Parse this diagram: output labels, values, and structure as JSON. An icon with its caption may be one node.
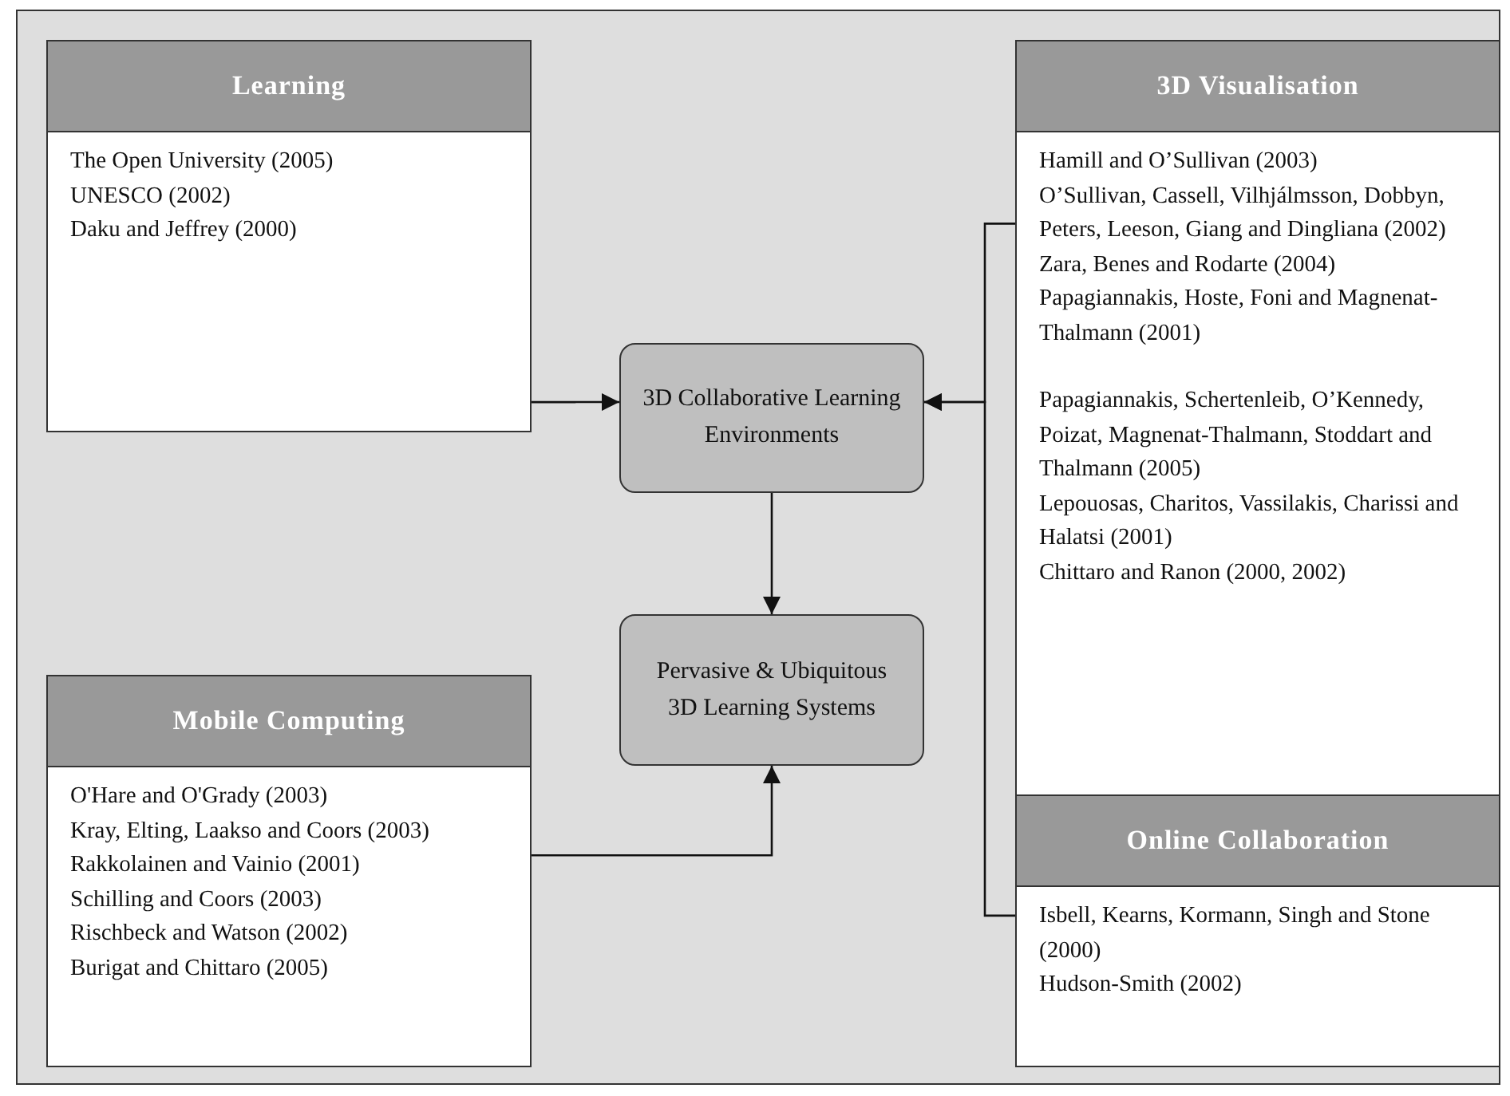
{
  "diagram": {
    "nodes": [
      {
        "text": [
          "Learning",
          "The Open University (2005)",
          "UNESCO (2002)",
          "Daku and Jeffrey (2000)"
        ]
      },
      {
        "text": [
          "3D Collaborative Learning Environments"
        ]
      },
      {
        "text": [
          "Pervasive & Ubiquitous 3D Learning Systems"
        ]
      },
      {
        "text": [
          "Mobile Computing",
          "O'Hare and O'Grady (2003)",
          "Kray, Elting, Laakso and Coors (2003)",
          "Rakkolainen and Vainio (2001)",
          "Schilling and Coors (2003)",
          "Rischbeck and Watson (2002)",
          "Burigat and Chittaro (2005)"
        ]
      },
      {
        "text": [
          "3D Visualisation",
          "Hamill and O’Sullivan (2003)",
          "O’Sullivan, Cassell, Vilhjálmsson, Dobbyn, Peters, Leeson, Giang and Dingliana (2002)",
          "Zara, Benes and Rodarte (2004)",
          "Papagiannakis, Hoste, Foni and Magnenat-Thalmann (2001)",
          "Papagiannakis, Schertenleib, O’Kennedy, Poizat, Magnenat-Thalmann, Stoddart and Thalmann (2005)",
          "Lepouosas, Charitos, Vassilakis, Charissi and Halatsi (2001)",
          "Chittaro and Ranon (2000, 2002)"
        ]
      },
      {
        "text": [
          "Online Collaboration",
          "Isbell, Kearns, Kormann, Singh and Stone (2000)",
          "Hudson-Smith (2002)"
        ]
      }
    ],
    "edges": [
      {
        "from": 0,
        "to": 1,
        "arrow": "to"
      },
      {
        "from": 4,
        "to": 1,
        "arrow": "to"
      },
      {
        "from": 5,
        "to": 1,
        "arrow": "to"
      },
      {
        "from": 1,
        "to": 2,
        "arrow": "to"
      },
      {
        "from": 3,
        "to": 2,
        "arrow": "to"
      }
    ]
  }
}
